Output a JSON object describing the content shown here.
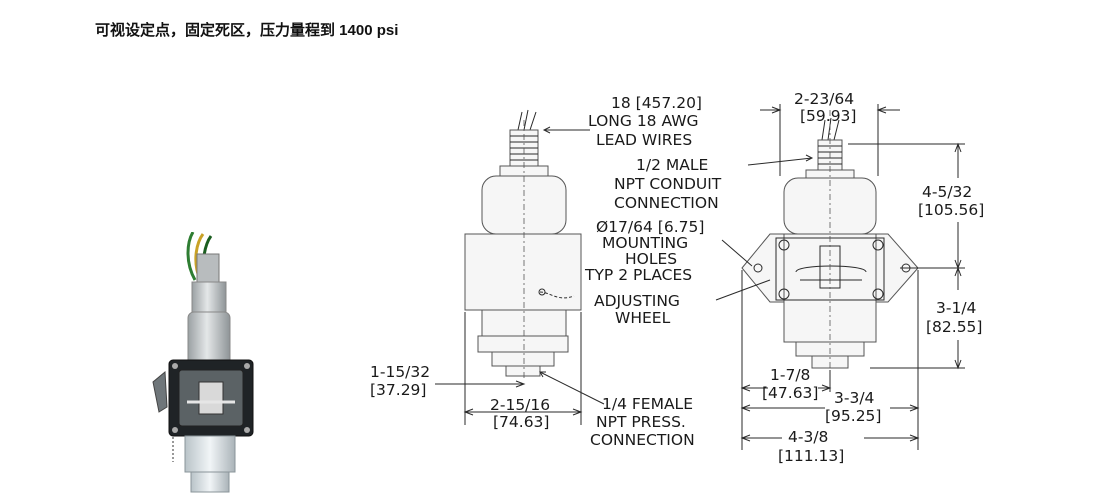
{
  "header": {
    "title": "可视设定点，固定死区，压力量程到 1400 psi"
  },
  "callouts": {
    "lead_wires": [
      "18 [457.20]",
      "LONG 18 AWG",
      "LEAD WIRES"
    ],
    "conduit": [
      "1/2 MALE",
      "NPT CONDUIT",
      "CONNECTION"
    ],
    "mounting_holes": [
      "Ø17/64 [6.75]",
      "MOUNTING",
      "HOLES",
      "TYP 2 PLACES"
    ],
    "adjusting_wheel": [
      "ADJUSTING",
      "WHEEL"
    ],
    "pressure_conn": [
      "1/4 FEMALE",
      "NPT PRESS.",
      "CONNECTION"
    ]
  },
  "dimensions": {
    "top_width": [
      "2-23/64",
      "[59.93]"
    ],
    "upper_height": [
      "4-5/32",
      "[105.56]"
    ],
    "lower_height": [
      "3-1/4",
      "[82.55]"
    ],
    "left_offset": [
      "1-15/32",
      "[37.29]"
    ],
    "body_width": [
      "2-15/16",
      "[74.63]"
    ],
    "bracket_offset": [
      "1-7/8",
      "[47.63]"
    ],
    "bracket_width": [
      "3-3/4",
      "[95.25]"
    ],
    "overall_width": [
      "4-3/8",
      "[111.13]"
    ]
  }
}
